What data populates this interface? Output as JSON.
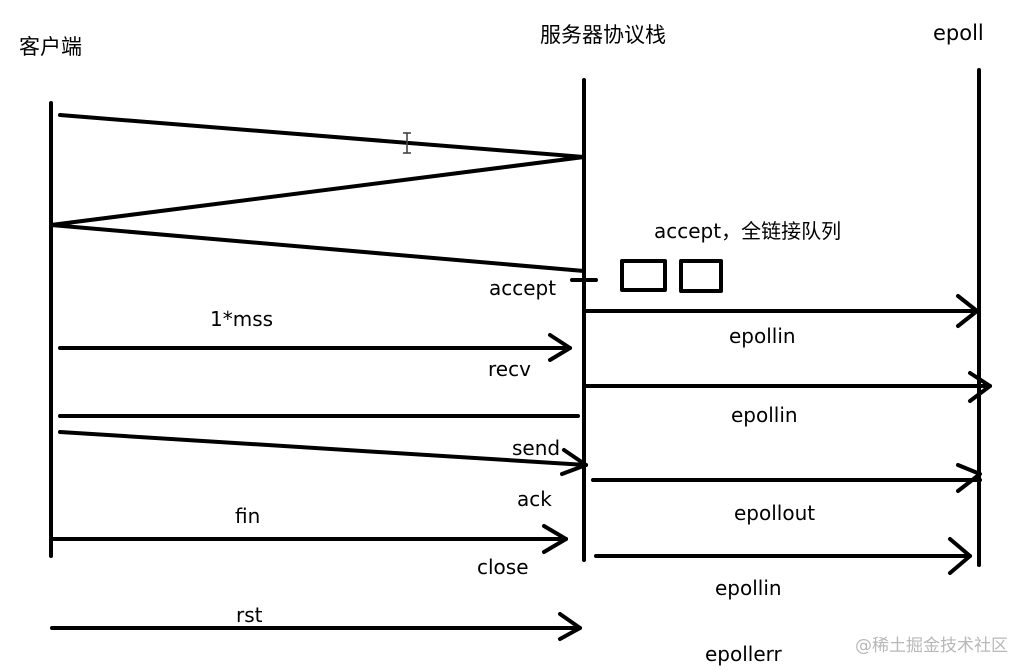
{
  "diagram": {
    "columns": {
      "client": "客户端",
      "server": "服务器协议栈",
      "epoll": "epoll"
    },
    "server_labels": {
      "accept": "accept",
      "recv": "recv",
      "send": "send",
      "ack": "ack",
      "close": "close"
    },
    "client_labels": {
      "mss": "1*mss",
      "fin": "fin",
      "rst": "rst"
    },
    "queue_label": "accept，全链接队列",
    "epoll_events": {
      "e1": "epollin",
      "e2": "epollin",
      "e3": "epollout",
      "e4": "epollin",
      "e5": "epollerr"
    },
    "watermark": "@稀土掘金技术社区",
    "colors": {
      "ink": "#000000",
      "watermark": "#b8b8b8"
    }
  }
}
